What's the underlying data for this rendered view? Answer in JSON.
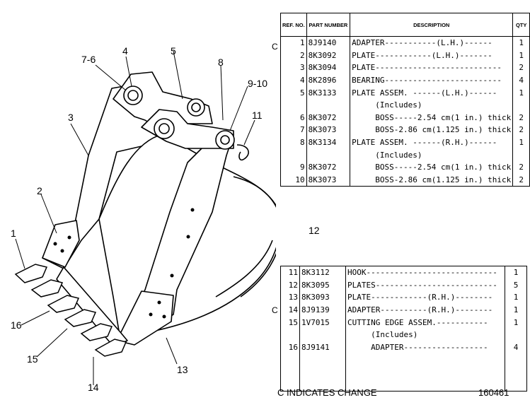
{
  "callouts": [
    "1",
    "2",
    "3",
    "4",
    "5",
    "7-6",
    "8",
    "9-10",
    "11",
    "12",
    "13",
    "14",
    "15",
    "16"
  ],
  "table_top": {
    "headers": [
      "REF. NO.",
      "PART NUMBER",
      "DESCRIPTION",
      "QTY"
    ],
    "rows": [
      {
        "ref": "1",
        "part": "8J9140",
        "desc": "ADAPTER-----------(L.H.)------",
        "qty": "1"
      },
      {
        "ref": "2",
        "part": "8K3092",
        "desc": "PLATE------------(L.H.)-------",
        "qty": "1"
      },
      {
        "ref": "3",
        "part": "8K3094",
        "desc": "PLATE---------------------------",
        "qty": "2"
      },
      {
        "ref": "4",
        "part": "8K2896",
        "desc": "BEARING-------------------------",
        "qty": "4"
      },
      {
        "ref": "5",
        "part": "8K3133",
        "desc": "PLATE ASSEM. ------(L.H.)------",
        "qty": "1"
      },
      {
        "ref": "",
        "part": "",
        "desc": "     (Includes)",
        "qty": ""
      },
      {
        "ref": "6",
        "part": "8K3072",
        "desc": "     BOSS-----2.54 cm(1 in.) thick",
        "qty": "2"
      },
      {
        "ref": "7",
        "part": "8K3073",
        "desc": "     BOSS-2.86 cm(1.125 in.) thick",
        "qty": "2"
      },
      {
        "ref": "8",
        "part": "8K3134",
        "desc": "PLATE ASSEM. ------(R.H.)------",
        "qty": "1"
      },
      {
        "ref": "",
        "part": "",
        "desc": "     (Includes)",
        "qty": ""
      },
      {
        "ref": "9",
        "part": "8K3072",
        "desc": "     BOSS-----2.54 cm(1 in.) thick",
        "qty": "2"
      },
      {
        "ref": "10",
        "part": "8K3073",
        "desc": "     BOSS-2.86 cm(1.125 in.) thick",
        "qty": "2"
      }
    ]
  },
  "table_bottom": {
    "rows": [
      {
        "ref": "11",
        "part": "8K3112",
        "desc": "HOOK----------------------------",
        "qty": "1"
      },
      {
        "ref": "12",
        "part": "8K3095",
        "desc": "PLATES--------------------------",
        "qty": "5"
      },
      {
        "ref": "13",
        "part": "8K3093",
        "desc": "PLATE------------(R.H.)--------",
        "qty": "1"
      },
      {
        "ref": "14",
        "part": "8J9139",
        "desc": "ADAPTER----------(R.H.)--------",
        "qty": "1"
      },
      {
        "ref": "15",
        "part": "1V7015",
        "desc": "CUTTING EDGE ASSEM.-----------",
        "qty": "1"
      },
      {
        "ref": "",
        "part": "",
        "desc": "     (Includes)",
        "qty": ""
      },
      {
        "ref": "16",
        "part": "8J9141",
        "desc": "     ADAPTER------------------",
        "qty": "4"
      },
      {
        "ref": "",
        "part": "",
        "desc": "",
        "qty": ""
      },
      {
        "ref": "",
        "part": "",
        "desc": "",
        "qty": ""
      },
      {
        "ref": "",
        "part": "",
        "desc": "",
        "qty": ""
      }
    ]
  },
  "change_mark": "C",
  "footer_left": "C INDICATES CHANGE",
  "footer_right": "160461"
}
